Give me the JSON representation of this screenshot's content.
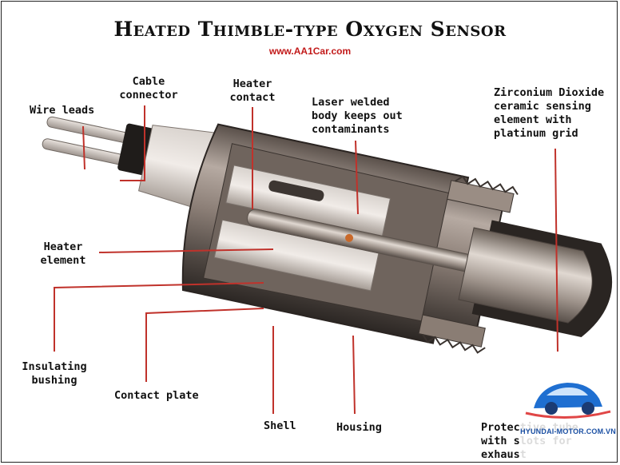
{
  "title": "Heated Thimble-type Oxygen Sensor",
  "website": "www.AA1Car.com",
  "labels": {
    "wire_leads": "Wire leads",
    "cable_connector": "Cable\nconnector",
    "heater_contact": "Heater\ncontact",
    "laser_welded": "Laser welded\nbody keeps out\ncontaminants",
    "zirconium": "Zirconium Dioxide\nceramic sensing\nelement with\nplatinum grid",
    "heater_element": "Heater\nelement",
    "insulating_bushing": "Insulating\nbushing",
    "contact_plate": "Contact plate",
    "shell": "Shell",
    "housing": "Housing",
    "protective": "Protective tube\nwith slots for exhaust"
  },
  "watermark": {
    "text": "HYUNDAI-MOTOR.COM.VN",
    "icon": "car-logo-icon"
  },
  "colors": {
    "leader_line": "#c0322b",
    "metal": "#8a7d74",
    "background": "#ffffff"
  }
}
